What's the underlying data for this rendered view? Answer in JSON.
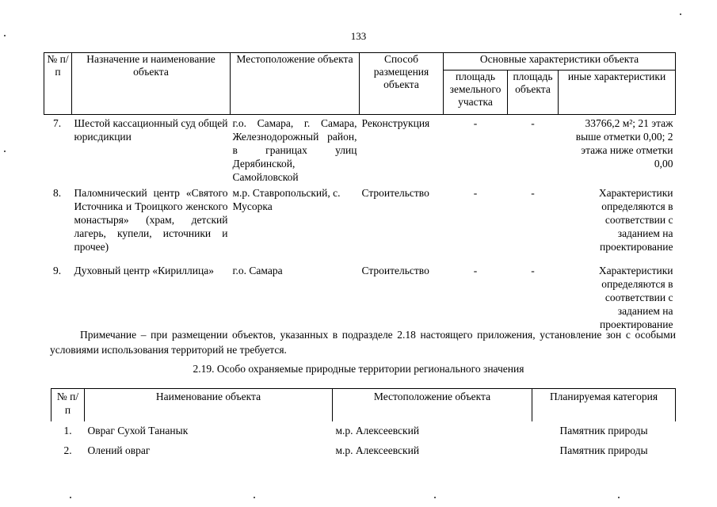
{
  "page_number": "133",
  "table1": {
    "headers": {
      "num": "№ п/п",
      "name": "Назначение и наименование объекта",
      "location": "Местоположение объекта",
      "method": "Способ размещения объекта",
      "characteristics": "Основные характеристики объекта",
      "land_area": "площадь земельного участка",
      "object_area": "площадь объекта",
      "other": "иные характеристики"
    },
    "rows": [
      {
        "num": "7.",
        "name": "Шестой кассационный суд общей юрисдикции",
        "location": "г.о. Самара, г. Самара, Железнодорожный район, в границах улиц Дерябинской, Самойловской",
        "method": "Реконструкция",
        "land_area": "-",
        "object_area": "-",
        "other": "33766,2 м²; 21 этаж выше отметки 0,00; 2 этажа ниже отметки 0,00"
      },
      {
        "num": "8.",
        "name": "Паломнический центр «Святого Источника и Троицкого женского монастыря» (храм, детский лагерь, купели, источники и прочее)",
        "location": "м.р. Ставропольский, с. Мусорка",
        "method": "Строительство",
        "land_area": "-",
        "object_area": "-",
        "other": "Характеристики определяются в соответствии с заданием на проектирование"
      },
      {
        "num": "9.",
        "name": "Духовный центр «Кириллица»",
        "location": "г.о. Самара",
        "method": "Строительство",
        "land_area": "-",
        "object_area": "-",
        "other": "Характеристики определяются в соответствии с заданием на проектирование"
      }
    ]
  },
  "note": "Примечание – при размещении объектов, указанных в подразделе 2.18 настоящего приложения, установление зон с особыми условиями использования территорий не требуется.",
  "section_title": "2.19. Особо охраняемые природные территории регионального значения",
  "table2": {
    "headers": {
      "num": "№ п/п",
      "name": "Наименование объекта",
      "location": "Местоположение объекта",
      "category": "Планируемая категория"
    },
    "rows": [
      {
        "num": "1.",
        "name": "Овраг Сухой Тананык",
        "location": "м.р. Алексеевский",
        "category": "Памятник природы"
      },
      {
        "num": "2.",
        "name": "Олений овраг",
        "location": "м.р. Алексеевский",
        "category": "Памятник природы"
      }
    ]
  }
}
